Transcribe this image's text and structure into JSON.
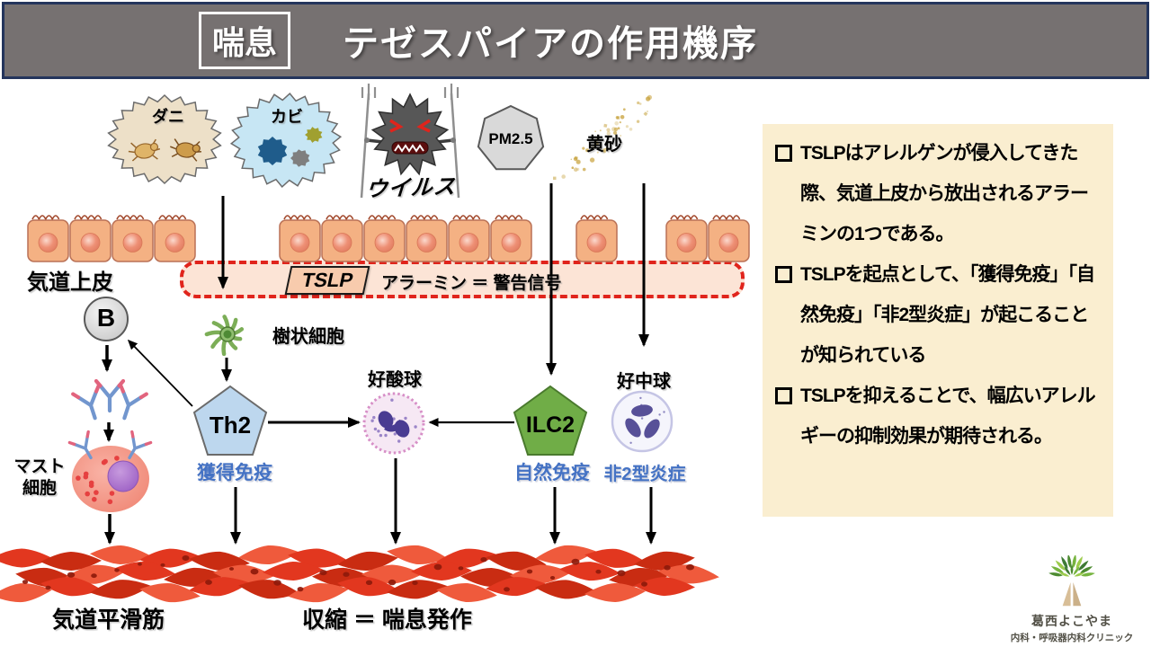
{
  "header": {
    "badge": "喘息",
    "title": "テゼスパイアの作用機序"
  },
  "allergens": {
    "mite_label": "ダニ",
    "mold_label": "カビ",
    "virus_label": "ウイルス",
    "pm25_label": "PM2.5",
    "sand_label": "黄砂"
  },
  "airway": {
    "epithelium_label": "気道上皮",
    "tslp_tag": "TSLP",
    "tslp_caption": "アラーミン ＝ 警告信号"
  },
  "pathway": {
    "b_cell": "B",
    "dendritic_label": "樹状細胞",
    "th2": "Th2",
    "th2_caption": "獲得免疫",
    "eosinophil_label": "好酸球",
    "ilc2": "ILC2",
    "ilc2_caption": "自然免疫",
    "neutrophil_label": "好中球",
    "neutrophil_caption": "非2型炎症",
    "mast_line1": "マスト",
    "mast_line2": "細胞"
  },
  "bottom": {
    "muscle_label": "気道平滑筋",
    "result": "収縮 ＝ 喘息発作"
  },
  "panel": {
    "bullets": [
      "TSLPはアレルゲンが侵入してきた際、気道上皮から放出されるアラーミンの1つである。",
      "TSLPを起点として、「獲得免疫」「自然免疫」「非2型炎症」が起こることが知られている",
      "TSLPを抑えることで、幅広いアレルギーの抑制効果が期待される。"
    ]
  },
  "logo": {
    "clinic_name": "葛西よこやま",
    "clinic_subtitle": "内科・呼吸器内科クリニック"
  },
  "colors": {
    "header_bg": "#767171",
    "header_border": "#24355C",
    "panel_bg": "#FAEED0",
    "accent_blue": "#4472C4",
    "alert_red": "#E0241C",
    "tslp_band": "#FCE4D6",
    "tslp_tag": "#F8CBAD",
    "epithelium": "#F4B183",
    "th2_fill": "#BDD7EE",
    "ilc2_fill": "#70AD47",
    "muscle_red": "#E2371F"
  }
}
